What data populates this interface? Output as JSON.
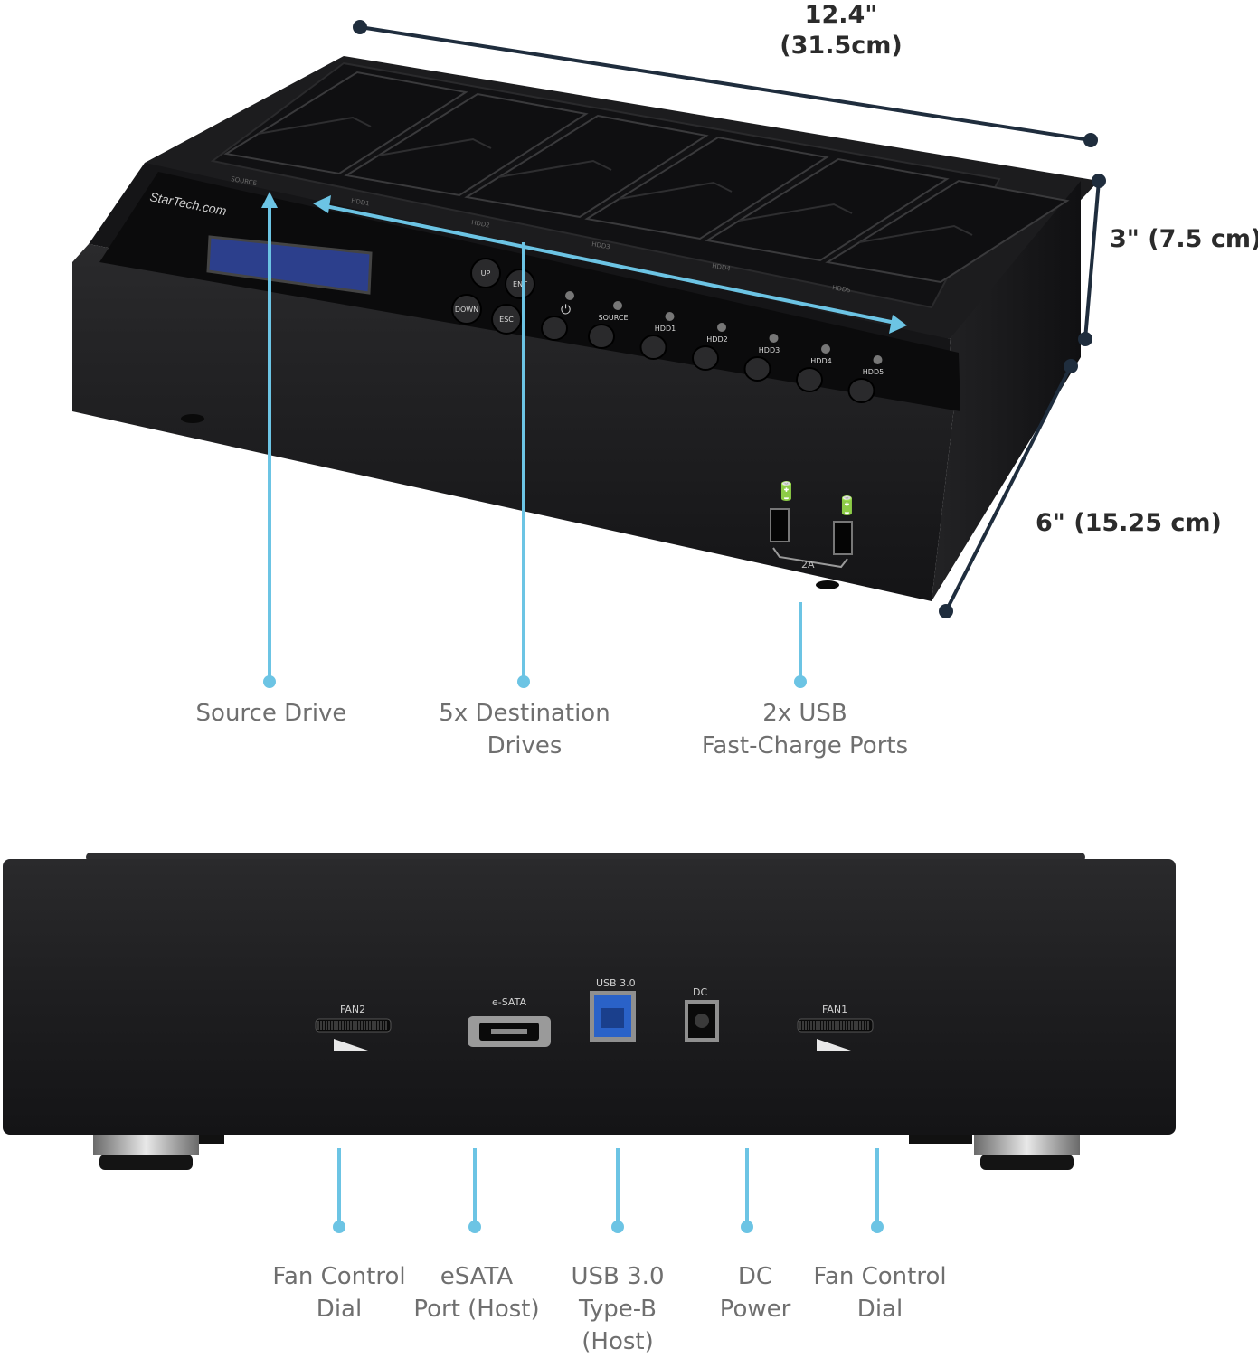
{
  "colors": {
    "callout": "#6cc4e4",
    "dimension": "#1f2d3d",
    "device_body": "#1b1b1d",
    "device_panel": "#0e0e10",
    "lcd": "#2c3f8c",
    "label_text": "#6f6f6f"
  },
  "dimensions": {
    "length_in": "12.4\"",
    "length_cm": "(31.5cm)",
    "height": "3\" (7.5 cm)",
    "depth": "6\" (15.25 cm)"
  },
  "device_front": {
    "brand": "StarTech.com",
    "bay_labels": [
      "SOURCE",
      "HDD1",
      "HDD2",
      "HDD3",
      "HDD4",
      "HDD5"
    ],
    "nav_buttons": [
      "UP",
      "ENT",
      "DOWN",
      "ESC"
    ],
    "port_buttons": [
      "SOURCE",
      "HDD1",
      "HDD2",
      "HDD3",
      "HDD4",
      "HDD5"
    ],
    "usb_charge_label": "2A",
    "icons": [
      "power-icon",
      "battery-charge-icon"
    ]
  },
  "device_back": {
    "fan2_label": "FAN2",
    "esata_label": "e-SATA",
    "usb_label": "USB 3.0",
    "dc_label": "DC",
    "fan1_label": "FAN1"
  },
  "callouts_top": {
    "source": [
      "Source Drive"
    ],
    "destination": [
      "5x Destination",
      "Drives"
    ],
    "usb": [
      "2x USB",
      "Fast-Charge Ports"
    ]
  },
  "callouts_bottom": {
    "fan2": [
      "Fan Control",
      "Dial"
    ],
    "esata": [
      "eSATA",
      "Port (Host)"
    ],
    "usb": [
      "USB 3.0",
      "Type-B",
      "(Host)"
    ],
    "dc": [
      "DC",
      "Power"
    ],
    "fan1": [
      "Fan Control",
      "Dial"
    ]
  }
}
